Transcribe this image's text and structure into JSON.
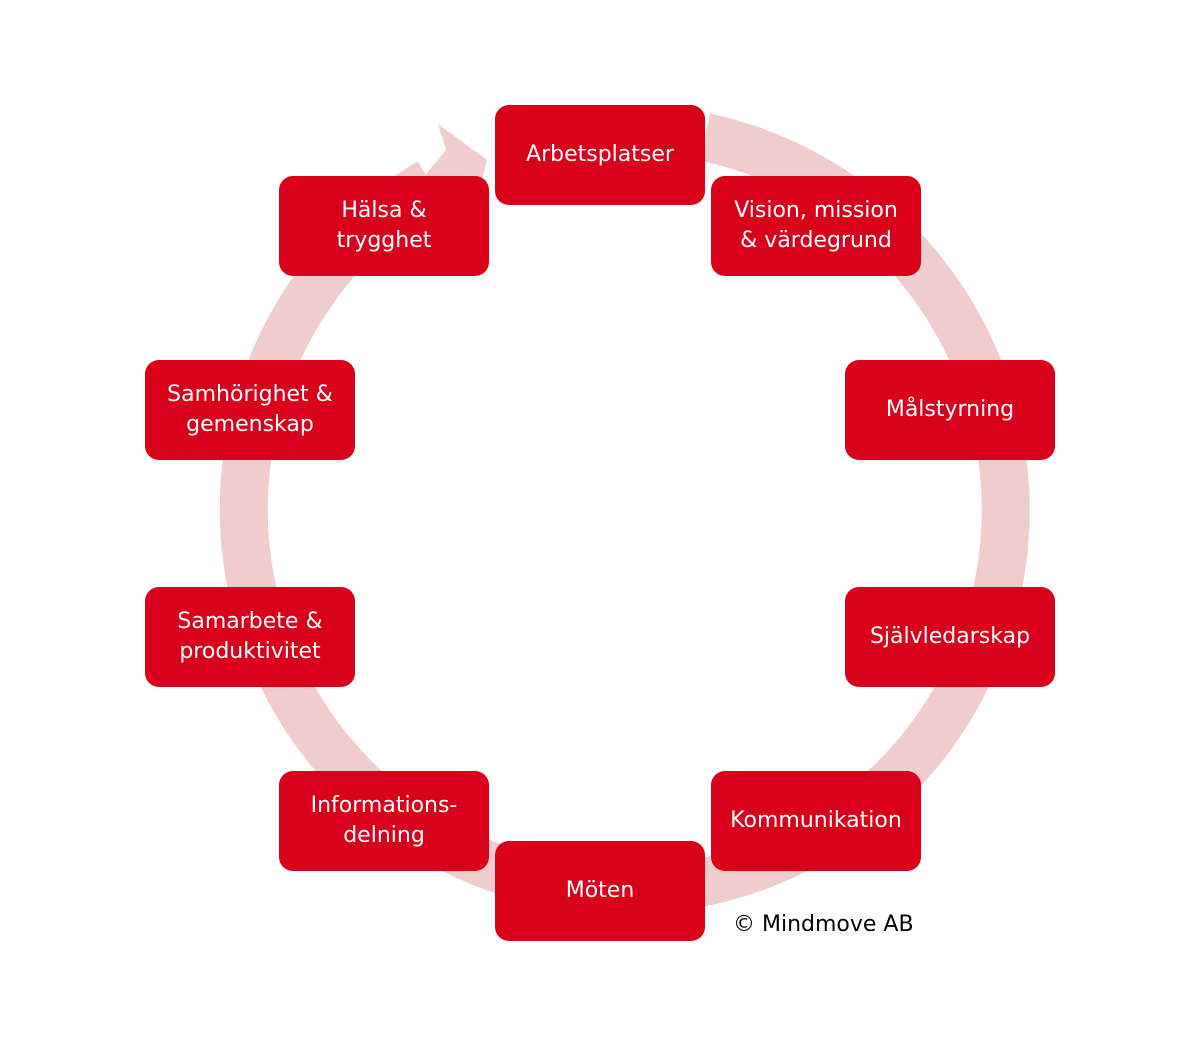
{
  "colors": {
    "box": "#d9001b",
    "ring": "#f0cccd"
  },
  "steps": [
    "Arbetsplatser",
    "Vision, mission\n& värdegrund",
    "Målstyrning",
    "Självledarskap",
    "Kommunikation",
    "Möten",
    "Informations-\ndelning",
    "Samarbete &\nproduktivitet",
    "Samhörighet &\ngemenskap",
    "Hälsa &\ntrygghet"
  ],
  "copyright": "© Mindmove AB"
}
